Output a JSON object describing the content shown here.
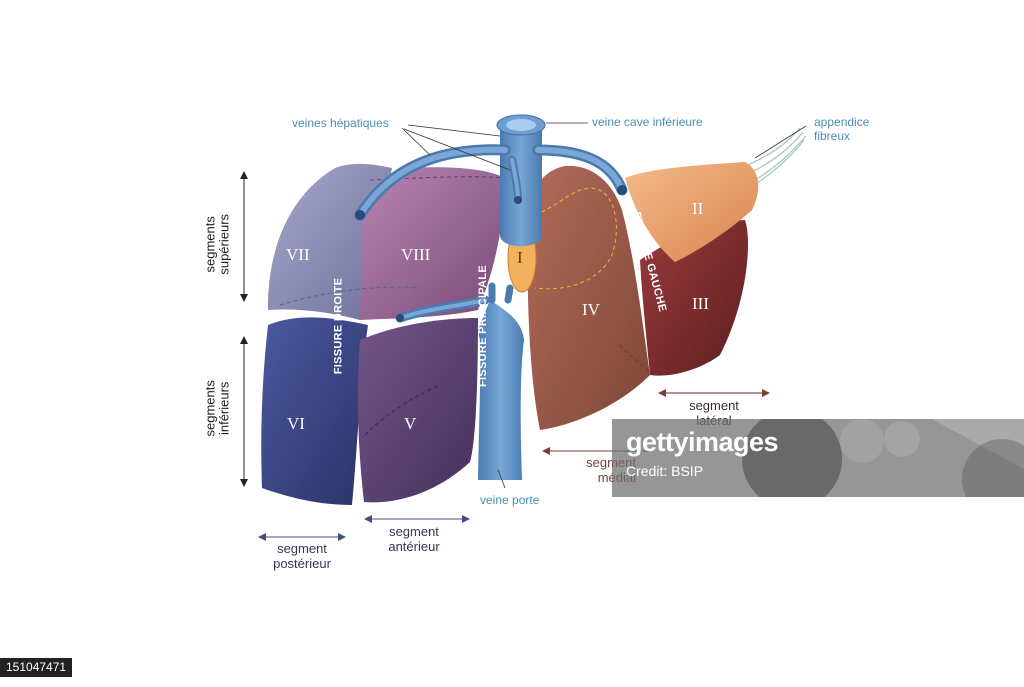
{
  "labels": {
    "hepatic_veins": "veines hépatiques",
    "inferior_vena_cava": "veine cave inférieure",
    "fibrous_appendix_line1": "appendice",
    "fibrous_appendix_line2": "fibreux",
    "superior_segments_line1": "segments",
    "superior_segments_line2": "supérieurs",
    "inferior_segments_line1": "segments",
    "inferior_segments_line2": "inférieurs",
    "portal_vein": "veine porte",
    "posterior_segment_line1": "segment",
    "posterior_segment_line2": "postérieur",
    "anterior_segment_line1": "segment",
    "anterior_segment_line2": "antérieur",
    "medial_segment_line1": "segment",
    "medial_segment_line2": "médial",
    "lateral_segment_line1": "segment",
    "lateral_segment_line2": "latéral"
  },
  "fissures": {
    "right": "FISSURE DROITE",
    "main": "FISSURE PRINCIPALE",
    "left": "FISSURE GAUCHE"
  },
  "segments": {
    "s1": "I",
    "s2": "II",
    "s3": "III",
    "s4": "IV",
    "s5": "V",
    "s6": "VI",
    "s7": "VII",
    "s8": "VIII"
  },
  "watermark": {
    "brand": "gettyimages",
    "credit": "Credit: BSIP"
  },
  "image_id": "151047471",
  "colors": {
    "seg7": "#8e8fba",
    "seg8": "#9d6d9b",
    "seg6": "#39447f",
    "seg5": "#5e4272",
    "seg4": "#9b5a4a",
    "seg1": "#f2b15a",
    "seg2": "#f0a36e",
    "seg3": "#7e2b2d",
    "vessel": "#5d8fc4",
    "label_blue": "#4a8fb5",
    "label_brown": "#7a3f35"
  }
}
